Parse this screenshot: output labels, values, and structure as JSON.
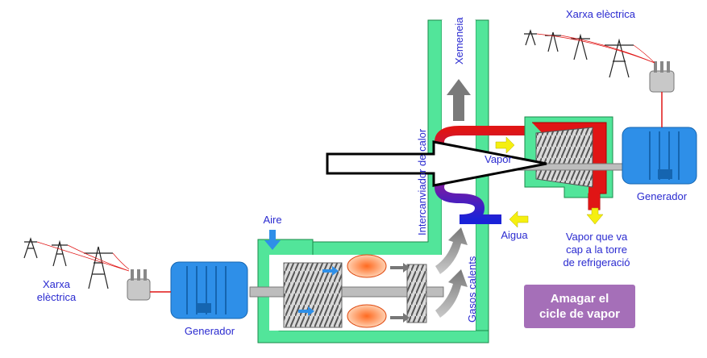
{
  "labels": {
    "grid_top": "Xarxa elèctrica",
    "grid_left": "Xarxa\nelèctrica",
    "chimney": "Xemeneia",
    "heat_exchanger": "Intercanviador de calor",
    "hot_gases": "Gasos calents",
    "steam": "Vapor",
    "water": "Aigua",
    "air": "Aire",
    "generator_left": "Generador",
    "generator_right": "Generador",
    "cooling_steam": "Vapor que va\ncap a la torre\nde refrigeració"
  },
  "button": {
    "label": "Amagar el\ncicle de vapor"
  },
  "colors": {
    "casing": "#52e59a",
    "casing_border": "#1a8a4a",
    "hot_pipe": "#e01515",
    "cold_pipe": "#1a22d8",
    "generator": "#2e8fe8",
    "arrow_yellow": "#f5ef10",
    "label_blue": "#2a2ad0",
    "button_bg": "#a56fb8"
  },
  "icons": [
    "transmission-tower-icon",
    "transformer-icon",
    "generator-icon",
    "turbine-icon",
    "combustion-chamber-icon",
    "outline-arrow-icon"
  ]
}
